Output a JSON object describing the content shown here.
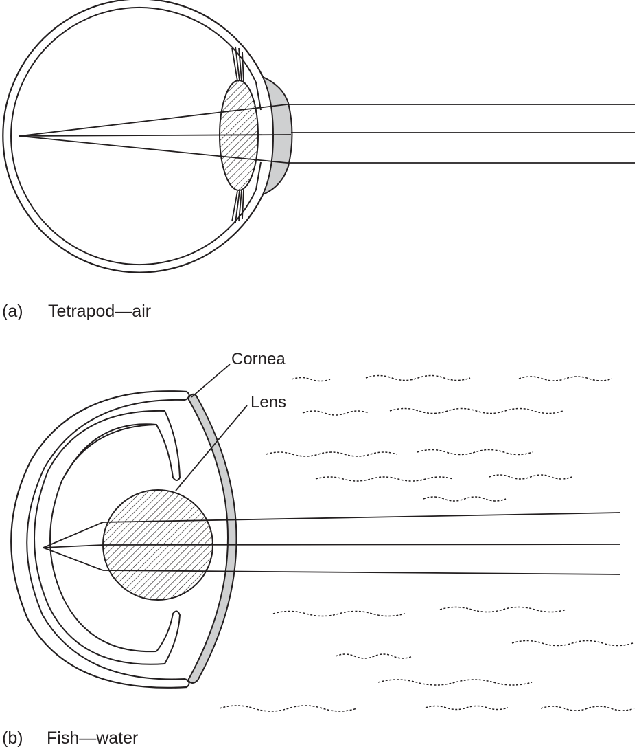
{
  "panel_a": {
    "letter": "(a)",
    "caption": "Tetrapod—air"
  },
  "panel_b": {
    "letter": "(b)",
    "caption": "Fish—water",
    "labels": {
      "cornea": "Cornea",
      "lens": "Lens"
    }
  },
  "colors": {
    "ink": "#231f20",
    "cornea_fill": "#cfd0d1",
    "background": "#ffffff"
  }
}
